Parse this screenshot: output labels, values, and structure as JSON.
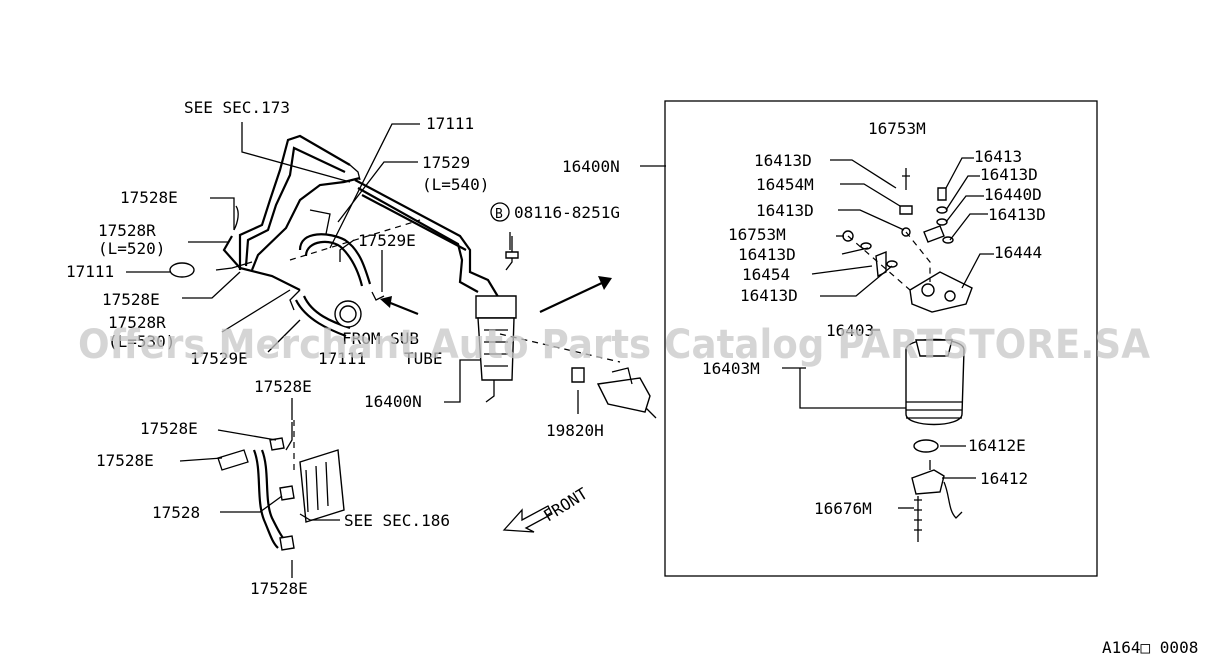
{
  "labels": {
    "see_sec_173": "SEE SEC.173",
    "p17111_top": "17111",
    "p17529": "17529",
    "l540": "(L=540)",
    "p17528e_a": "17528E",
    "p17528r_a": "17528R",
    "l520": "(L=520)",
    "p17529e_a": "17529E",
    "p17111_left": "17111",
    "p17528e_b": "17528E",
    "p17528r_b": "17528R",
    "l5xx": "(L=530)",
    "p17529e_b": "17529E",
    "p17111_bottom": "17111",
    "from_sub": "FROM SUB",
    "tube": "TUBE",
    "bolt_mark": "B",
    "bolt_code": "08116-8251G",
    "p16400n_left": "16400N",
    "p16400n_box": "16400N",
    "p19820h": "19820H",
    "p17528e_c": "17528E",
    "p17528e_d": "17528E",
    "p17528e_e": "17528E",
    "p17528": "17528",
    "p17528e_f": "17528E",
    "see_sec_186": "SEE SEC.186",
    "front": "FRONT",
    "b16753m_a": "16753M",
    "b16413": "16413",
    "b16413d_a": "16413D",
    "b16413d_b": "16413D",
    "b16454m": "16454M",
    "b16440d": "16440D",
    "b16413d_c": "16413D",
    "b16413d_d": "16413D",
    "b16753m_b": "16753M",
    "b16413d_e": "16413D",
    "b16454": "16454",
    "b16444": "16444",
    "b16413d_f": "16413D",
    "b16403": "16403",
    "b16403m": "16403M",
    "b16412e": "16412E",
    "b16412": "16412",
    "b16676m": "16676M",
    "ref_code": "A164□ 0008"
  },
  "watermark": "Offers Merchant Auto Parts Catalog PARTSTORE.SA"
}
